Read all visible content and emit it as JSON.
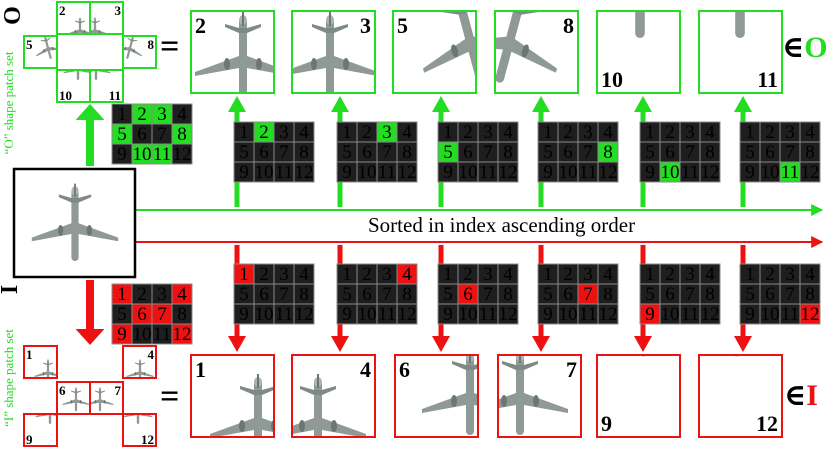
{
  "colors": {
    "green": "#22dd22",
    "red": "#ee1111",
    "grid_dark": "#1e1e1e",
    "grid_line": "#8a8a8a",
    "digit_dark": "#000000",
    "plane": "#8f9a96"
  },
  "caption": "Sorted in index ascending order",
  "equals_sign": "=",
  "o_set": {
    "side_label": "“O” shape patch set",
    "side_symbol": "O",
    "membership_label": "∈O",
    "membership_symbol": "∈",
    "membership_letter": "O",
    "highlighted": [
      2,
      3,
      5,
      8,
      10,
      11
    ],
    "patch_labels": [
      "2",
      "3",
      "5",
      "8",
      "10",
      "11"
    ]
  },
  "i_set": {
    "side_label": "“I” shape patch set",
    "side_symbol": "I",
    "membership_label": "∈I",
    "membership_symbol": "∈",
    "membership_letter": "I",
    "highlighted": [
      1,
      4,
      6,
      7,
      9,
      12
    ],
    "patch_labels": [
      "1",
      "4",
      "6",
      "7",
      "9",
      "12"
    ]
  },
  "grid_numbers": [
    "1",
    "2",
    "3",
    "4",
    "5",
    "6",
    "7",
    "8",
    "9",
    "10",
    "11",
    "12"
  ]
}
